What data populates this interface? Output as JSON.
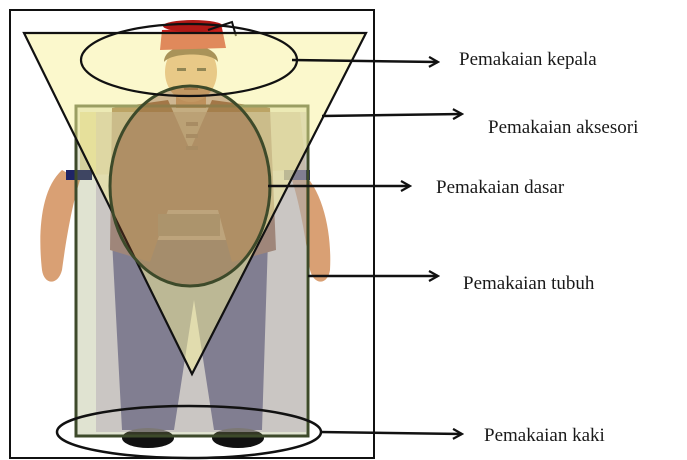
{
  "labels": {
    "kepala": "Pemakaian kepala",
    "aksesori": "Pemakaian aksesori",
    "dasar": "Pemakaian dasar",
    "tubuh": "Pemakaian tubuh",
    "kaki": "Pemakaian kaki"
  },
  "colors": {
    "frame": "#111111",
    "triangle_fill": "#f7f29a",
    "torso_box_fill": "#8f9a5a",
    "vest": "#7a3d20",
    "trousers": "#1f2466",
    "skin": "#d9a074",
    "fez": "#c8201c",
    "body_overlay": "#c9b6dc",
    "shirt": "#efe3b8"
  }
}
